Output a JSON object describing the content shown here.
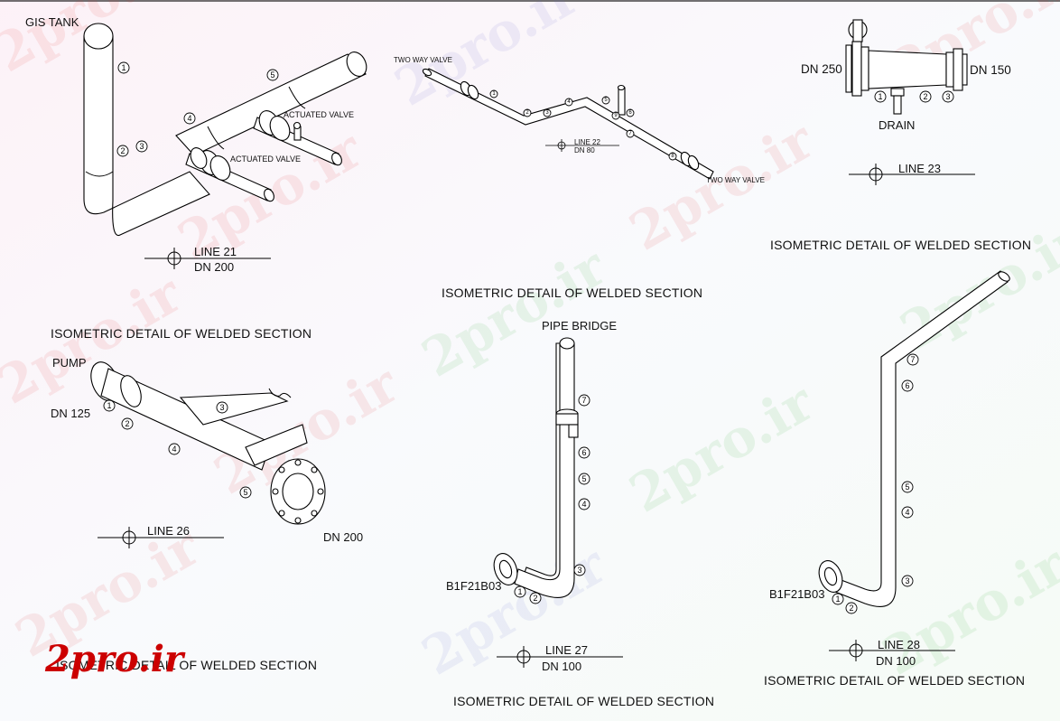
{
  "watermark": {
    "text": "2pro.ir",
    "brand": "2pro.ir"
  },
  "line21": {
    "tank_label": "GIS TANK",
    "valve_label_1": "ACTUATED VALVE",
    "valve_label_2": "ACTUATED VALVE",
    "line": "LINE 21",
    "dn": "DN 200",
    "caption": "ISOMETRIC DETAIL OF WELDED SECTION",
    "bubbles": [
      "1",
      "2",
      "3",
      "4",
      "5"
    ]
  },
  "line22": {
    "valve_label_1": "TWO WAY VALVE",
    "valve_label_2": "TWO WAY VALVE",
    "line": "LINE 22",
    "dn": "DN 80",
    "caption": "ISOMETRIC DETAIL OF WELDED SECTION",
    "bubbles": [
      "1",
      "2",
      "3",
      "4",
      "5",
      "6",
      "7",
      "8",
      "9"
    ]
  },
  "line23": {
    "dn_left": "DN 250",
    "dn_right": "DN 150",
    "drain": "DRAIN",
    "line": "LINE 23",
    "caption": "ISOMETRIC DETAIL OF WELDED SECTION",
    "bubbles": [
      "1",
      "2",
      "3"
    ]
  },
  "line26": {
    "pump": "PUMP",
    "dn_125": "DN 125",
    "dn_200": "DN 200",
    "line": "LINE 26",
    "caption": "ISOMETRIC DETAIL OF WELDED SECTION",
    "bubbles": [
      "1",
      "2",
      "3",
      "4",
      "5"
    ]
  },
  "line27": {
    "bridge": "PIPE BRIDGE",
    "flange": "B1F21B03",
    "line": "LINE 27",
    "dn": "DN 100",
    "caption": "ISOMETRIC DETAIL OF WELDED SECTION",
    "bubbles": [
      "1",
      "2",
      "3",
      "4",
      "5",
      "6",
      "7"
    ]
  },
  "line28": {
    "flange": "B1F21B03",
    "line": "LINE 28",
    "dn": "DN 100",
    "caption": "ISOMETRIC DETAIL OF WELDED SECTION",
    "bubbles": [
      "1",
      "2",
      "3",
      "4",
      "5",
      "6",
      "7"
    ]
  },
  "colors": {
    "line": "#000000",
    "brand": "#cc0000",
    "background": "#ffffff"
  }
}
